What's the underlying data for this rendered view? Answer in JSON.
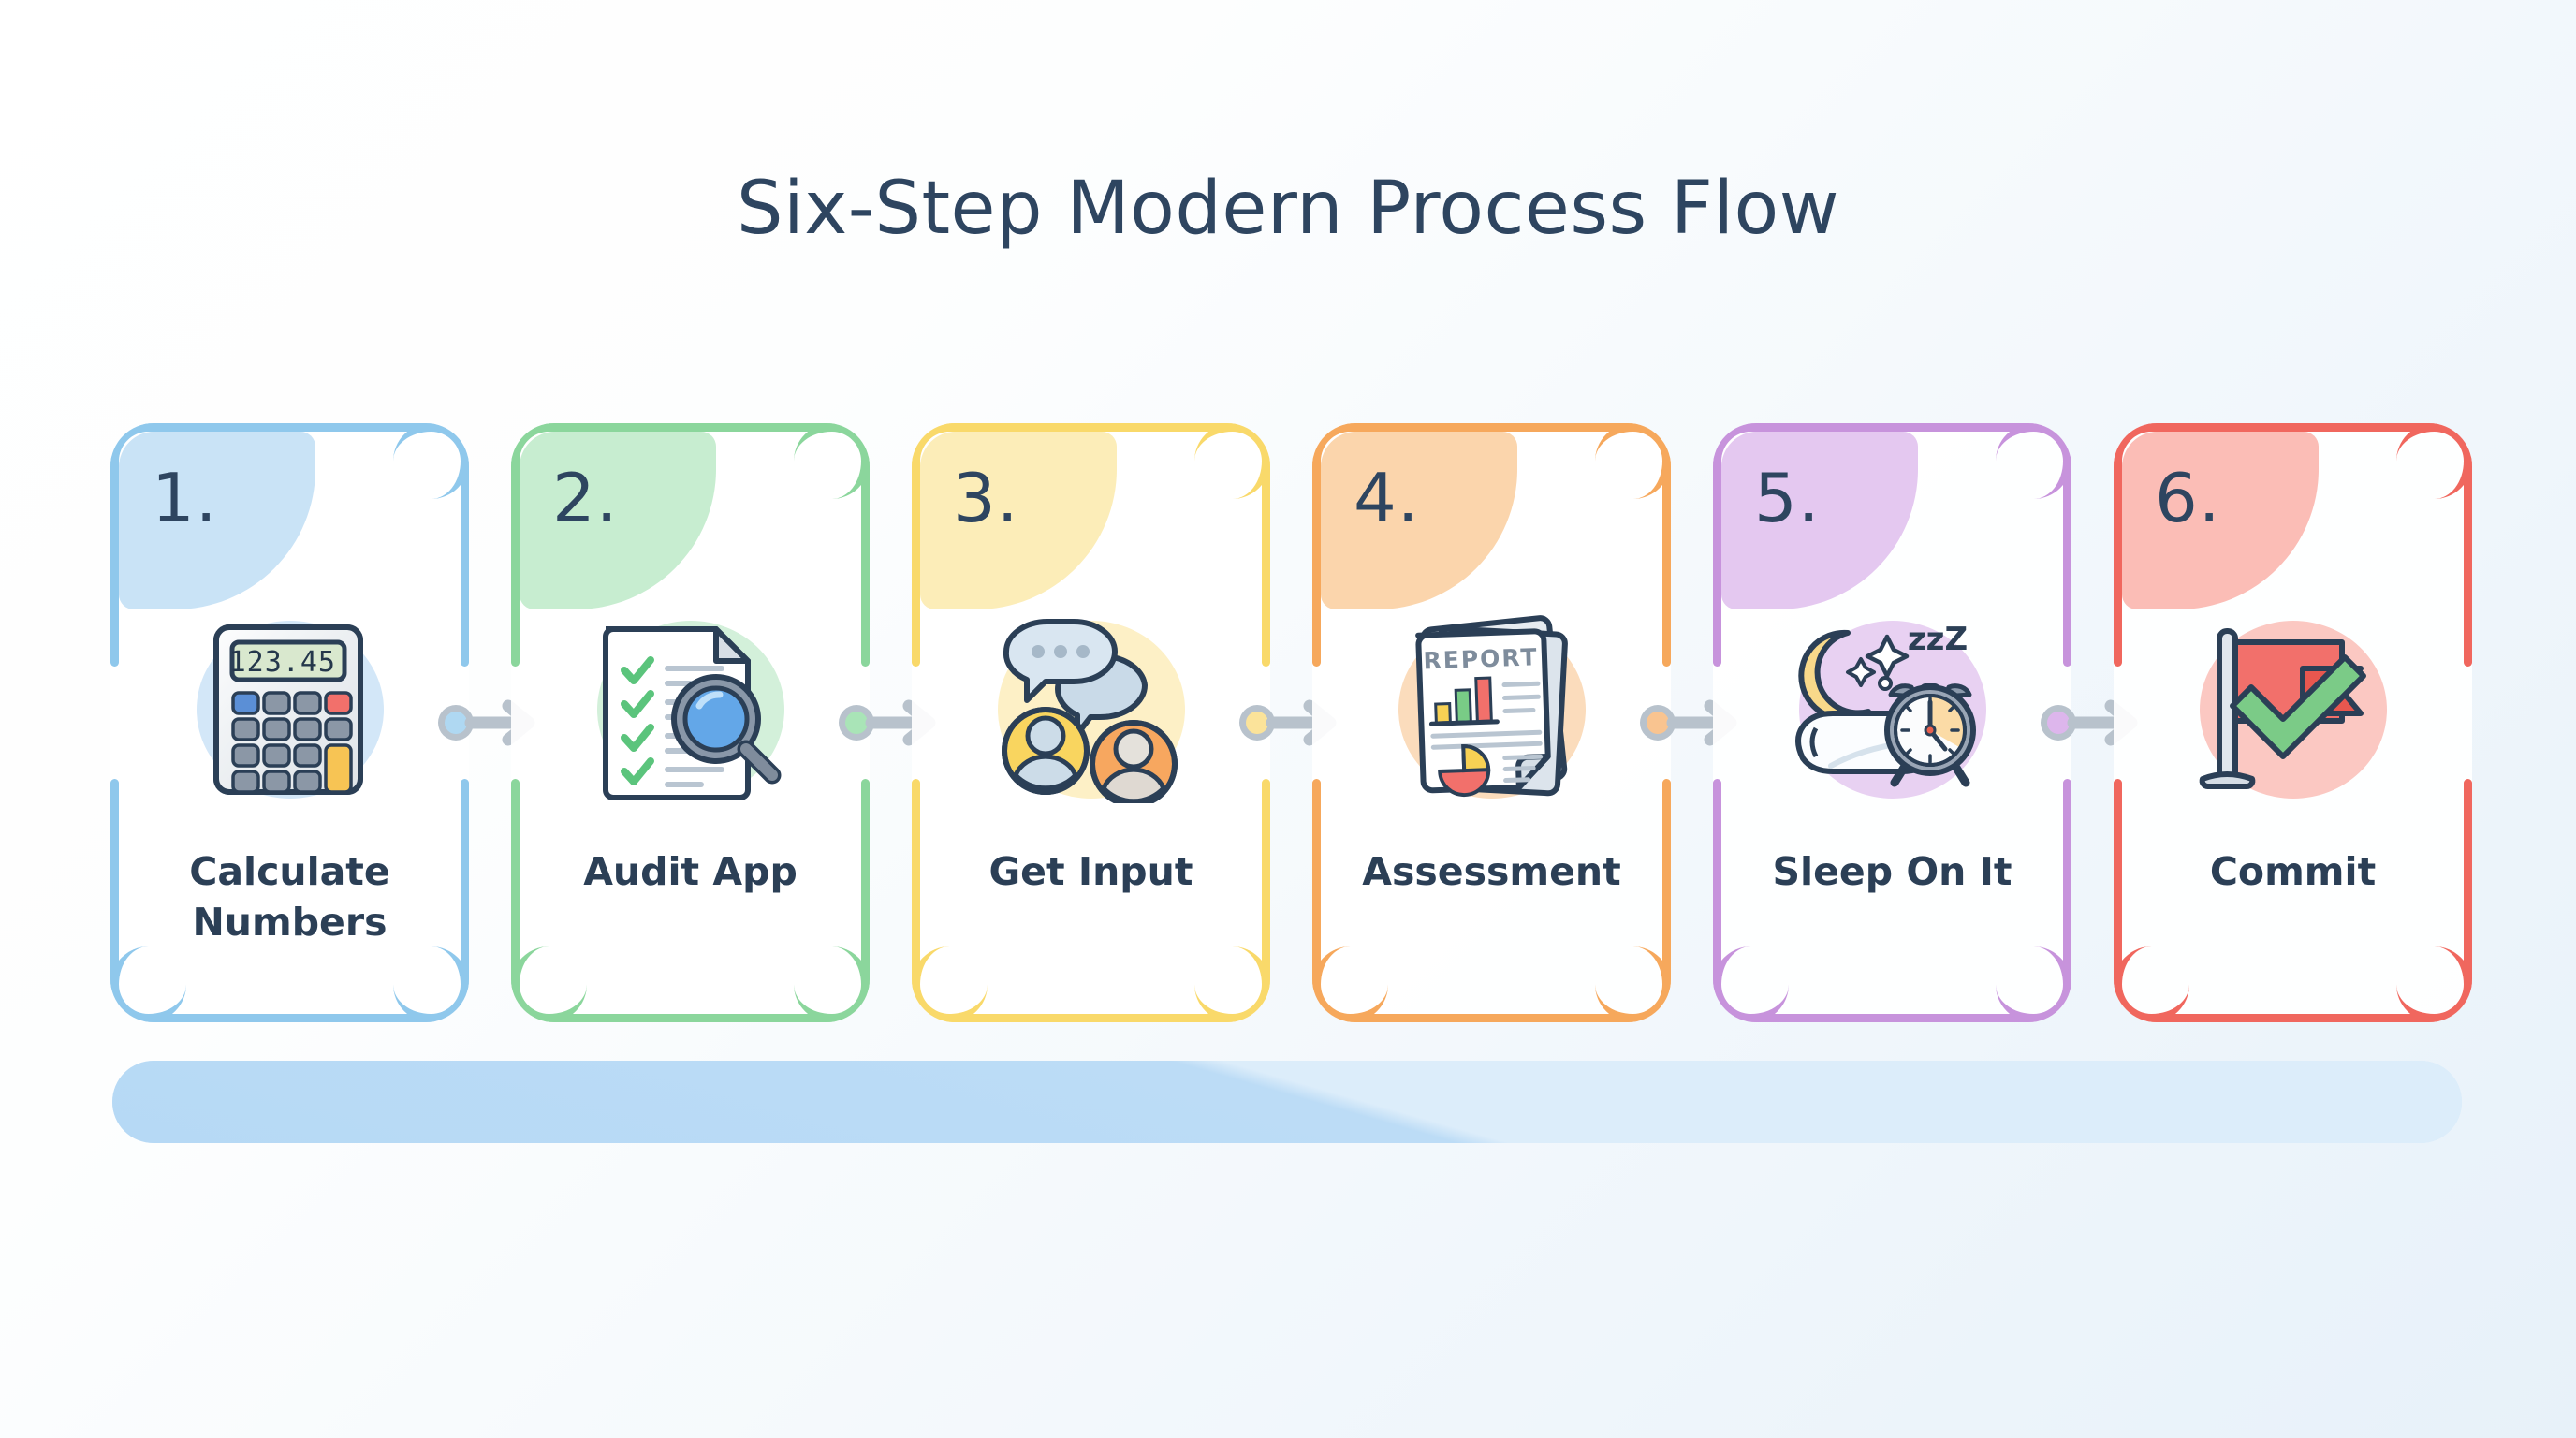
{
  "page": {
    "title": "Six-Step Modern Process Flow",
    "background_start": "#FFFFFF",
    "background_end": "#E7F1F9",
    "title_color": "#2E4560",
    "label_color": "#2B3F56"
  },
  "steps": [
    {
      "number": "1.",
      "label_line1": "Calculate",
      "label_line2": "Numbers",
      "icon": "calculator-icon",
      "accent": "#8FC8EC",
      "blob": "#C9E3F6",
      "icon_blob": "#D3E7F8",
      "display_value": "123.45"
    },
    {
      "number": "2.",
      "label_line1": "Audit App",
      "label_line2": "",
      "icon": "checklist-magnifier-icon",
      "accent": "#8BD69C",
      "blob": "#C7EDD0",
      "icon_blob": "#D3F0DA",
      "display_value": ""
    },
    {
      "number": "3.",
      "label_line1": "Get Input",
      "label_line2": "",
      "icon": "speech-bubbles-avatars-icon",
      "accent": "#F9D96A",
      "blob": "#FCEDB8",
      "icon_blob": "#FDF0C6",
      "display_value": ""
    },
    {
      "number": "4.",
      "label_line1": "Assessment",
      "label_line2": "",
      "icon": "report-document-icon",
      "accent": "#F6A85C",
      "blob": "#FBD5AC",
      "icon_blob": "#FBDCBC",
      "display_value": "REPORT"
    },
    {
      "number": "5.",
      "label_line1": "Sleep On It",
      "label_line2": "",
      "icon": "moon-pillow-alarm-clock-icon",
      "accent": "#C793DC",
      "blob": "#E4C8F0",
      "icon_blob": "#E8D1F2",
      "display_value": "zzZ"
    },
    {
      "number": "6.",
      "label_line1": "Commit",
      "label_line2": "",
      "icon": "flag-checkmark-icon",
      "accent": "#F0675E",
      "blob": "#FBBDB6",
      "icon_blob": "#FBC8C2",
      "display_value": ""
    }
  ],
  "connectors": [
    {
      "name": "arrow-1-to-2",
      "dot_color": "#AFD8F2"
    },
    {
      "name": "arrow-2-to-3",
      "dot_color": "#A9E4B7"
    },
    {
      "name": "arrow-3-to-4",
      "dot_color": "#FBE39A"
    },
    {
      "name": "arrow-4-to-5",
      "dot_color": "#F9C490"
    },
    {
      "name": "arrow-5-to-6",
      "dot_color": "#DDB6EC"
    }
  ],
  "footer_bar": {
    "name": "decorative-bar",
    "color_light": "#DCEDFA",
    "color_deep": "#B6D9F5"
  }
}
